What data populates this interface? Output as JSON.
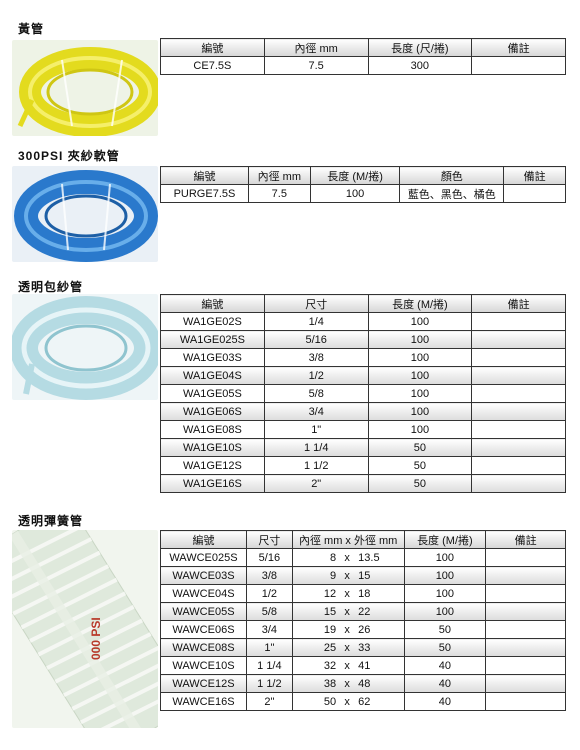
{
  "sections": [
    {
      "title": "黃管",
      "headers": [
        "編號",
        "內徑 mm",
        "長度 (尺/捲)",
        "備註"
      ],
      "rows": [
        [
          "CE7.5S",
          "7.5",
          "300",
          ""
        ]
      ]
    },
    {
      "title": "300PSI 夾紗軟管",
      "headers": [
        "編號",
        "內徑 mm",
        "長度 (M/捲)",
        "顏色",
        "備註"
      ],
      "rows": [
        [
          "PURGE7.5S",
          "7.5",
          "100",
          "藍色、黑色、橘色",
          ""
        ]
      ]
    },
    {
      "title": "透明包紗管",
      "headers": [
        "編號",
        "尺寸",
        "長度 (M/捲)",
        "備註"
      ],
      "rows": [
        [
          "WA1GE02S",
          "1/4",
          "100",
          ""
        ],
        [
          "WA1GE025S",
          "5/16",
          "100",
          ""
        ],
        [
          "WA1GE03S",
          "3/8",
          "100",
          ""
        ],
        [
          "WA1GE04S",
          "1/2",
          "100",
          ""
        ],
        [
          "WA1GE05S",
          "5/8",
          "100",
          ""
        ],
        [
          "WA1GE06S",
          "3/4",
          "100",
          ""
        ],
        [
          "WA1GE08S",
          "1\"",
          "100",
          ""
        ],
        [
          "WA1GE10S",
          "1 1/4",
          "50",
          ""
        ],
        [
          "WA1GE12S",
          "1 1/2",
          "50",
          ""
        ],
        [
          "WA1GE16S",
          "2\"",
          "50",
          ""
        ]
      ]
    },
    {
      "title": "透明彈簧管",
      "headers": [
        "編號",
        "尺寸",
        "內徑 mm x 外徑 mm",
        "長度 (M/捲)",
        "備註"
      ],
      "rows": [
        [
          "WAWCE025S",
          "5/16",
          "8",
          "x",
          "13.5",
          "100",
          ""
        ],
        [
          "WAWCE03S",
          "3/8",
          "9",
          "x",
          "15",
          "100",
          ""
        ],
        [
          "WAWCE04S",
          "1/2",
          "12",
          "x",
          "18",
          "100",
          ""
        ],
        [
          "WAWCE05S",
          "5/8",
          "15",
          "x",
          "22",
          "100",
          ""
        ],
        [
          "WAWCE06S",
          "3/4",
          "19",
          "x",
          "26",
          "50",
          ""
        ],
        [
          "WAWCE08S",
          "1\"",
          "25",
          "x",
          "33",
          "50",
          ""
        ],
        [
          "WAWCE10S",
          "1 1/4",
          "32",
          "x",
          "41",
          "40",
          ""
        ],
        [
          "WAWCE12S",
          "1 1/2",
          "38",
          "x",
          "48",
          "40",
          ""
        ],
        [
          "WAWCE16S",
          "2\"",
          "50",
          "x",
          "62",
          "40",
          ""
        ]
      ]
    }
  ],
  "photo_labels": {
    "spring_hose_print": "000 PSI"
  },
  "colors": {
    "yellow_hose": "#e8e02a",
    "blue_hose": "#2f7fd0",
    "clear_hose": "#bfe0e6",
    "spring_red": "#b83a2a"
  }
}
